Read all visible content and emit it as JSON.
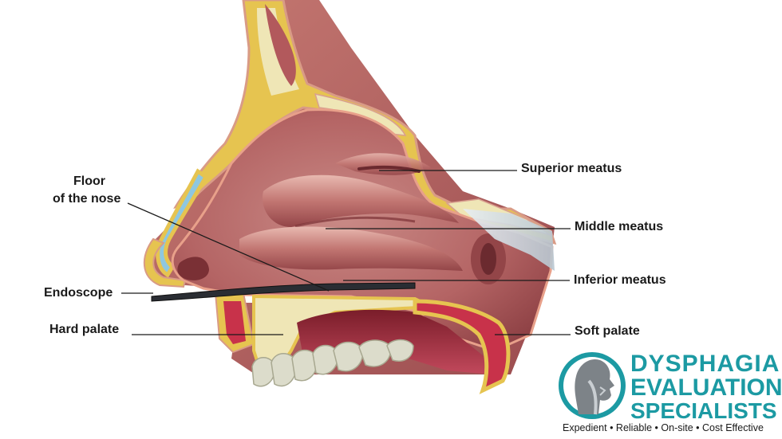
{
  "labels": {
    "floor_line1": "Floor",
    "floor_line2": "of the nose",
    "endoscope": "Endoscope",
    "hard_palate": "Hard palate",
    "superior_meatus": "Superior meatus",
    "middle_meatus": "Middle meatus",
    "inferior_meatus": "Inferior meatus",
    "soft_palate": "Soft palate"
  },
  "logo": {
    "line1": "DYSPHAGIA",
    "line2": "EVALUATION",
    "line3": "SPECIALISTS",
    "tagline": "Expedient • Reliable • On-site • Cost Effective",
    "icon": "head-profile-icon",
    "color": "#1c9aa3"
  },
  "colors": {
    "mucosa": "#b75f5f",
    "mucosa_dark": "#8e3c3f",
    "bone": "#efe6b6",
    "fat": "#e2c24a",
    "muscle": "#c8324a",
    "cartilage": "#8ec7e0",
    "teeth": "#dcdccb"
  }
}
